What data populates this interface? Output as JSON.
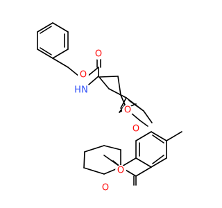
{
  "molecule": {
    "atoms": {
      "o_ester_left": "O",
      "o_carbamate_carbonyl": "O",
      "n_amide": "N",
      "h_amide": "H",
      "o_ester_carbonyl": "O",
      "o_aryl_ester": "O",
      "o_ring": "O",
      "o_lactone_carbonyl": "O"
    },
    "colors": {
      "oxygen": "#ff0d0d",
      "nitrogen": "#3050f8",
      "bond": "#000000"
    }
  }
}
